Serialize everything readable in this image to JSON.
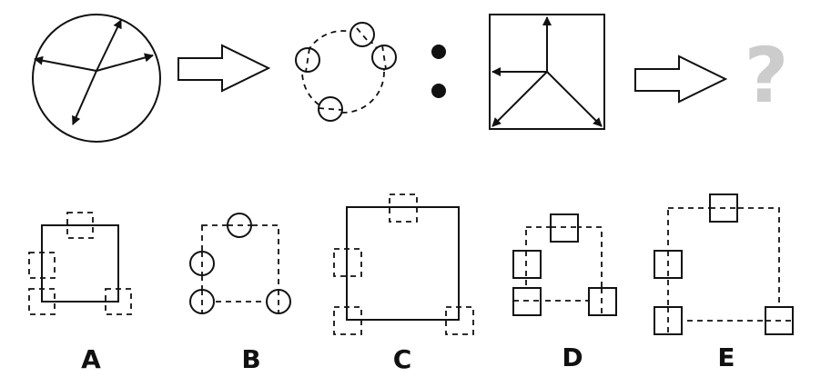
{
  "puzzle": {
    "question_mark": "?",
    "colors": {
      "ink": "#111111",
      "question_mark": "#cccccc",
      "background": "#ffffff"
    }
  },
  "options": [
    {
      "label": "A"
    },
    {
      "label": "B"
    },
    {
      "label": "C"
    },
    {
      "label": "D"
    },
    {
      "label": "E"
    }
  ]
}
